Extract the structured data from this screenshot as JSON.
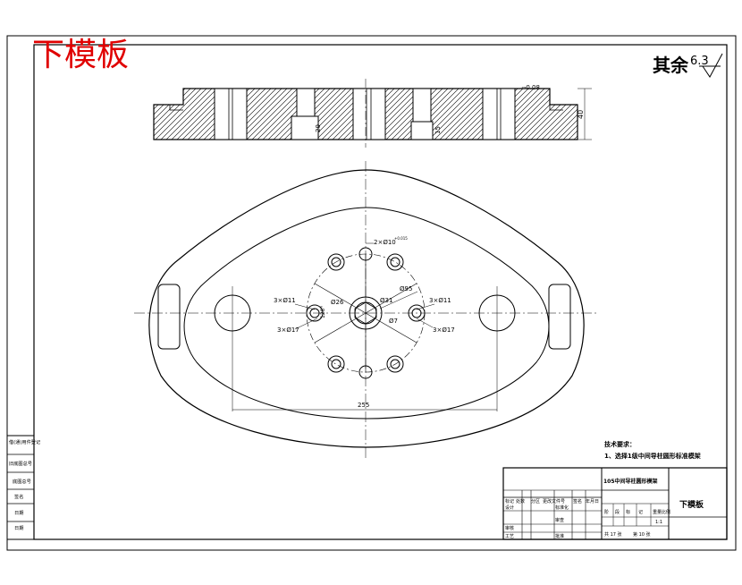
{
  "title_red": "下模板",
  "surface_note": {
    "label": "其余",
    "value": "6.3"
  },
  "section_view": {
    "overall_thickness": "40",
    "pocket_depth_left": "20",
    "pocket_depth_right": "15",
    "flatness_note": "▱0.08"
  },
  "plan_view": {
    "dims": {
      "holes_top": "2×Ø10",
      "holes_top_tol": "+0.015",
      "left_holes": "3×Ø11",
      "left_counterbore": "3×Ø17",
      "right_holes": "3×Ø11",
      "right_counterbore": "3×Ø17",
      "d26": "Ø26",
      "d31": "Ø31",
      "d95": "Ø95",
      "d7": "Ø7",
      "angle": "120°",
      "width_dim": "255"
    }
  },
  "tech_req": {
    "heading": "技术要求：",
    "line1": "1、选择1级中间导柱圆形标准模架"
  },
  "left_strip": [
    "借(通)用件登记",
    "旧底图总号",
    "底图总号",
    "签名",
    "日期",
    "日期"
  ],
  "title_block": {
    "project": "105中间导柱圆形模架",
    "part_name": "下模板",
    "row_headers": [
      "标记",
      "处数",
      "分区",
      "更改文件号",
      "签名",
      "年月日"
    ],
    "designer": "设计",
    "standardization": "标准化",
    "stage_cols": [
      "阶",
      "段",
      "标",
      "记",
      "重量",
      "比例"
    ],
    "scale": "1:1",
    "review": "审核",
    "process": "工艺",
    "audit": "审查",
    "approve": "批准",
    "sheets": "共 17 张",
    "sheet_no": "第 10 张"
  }
}
